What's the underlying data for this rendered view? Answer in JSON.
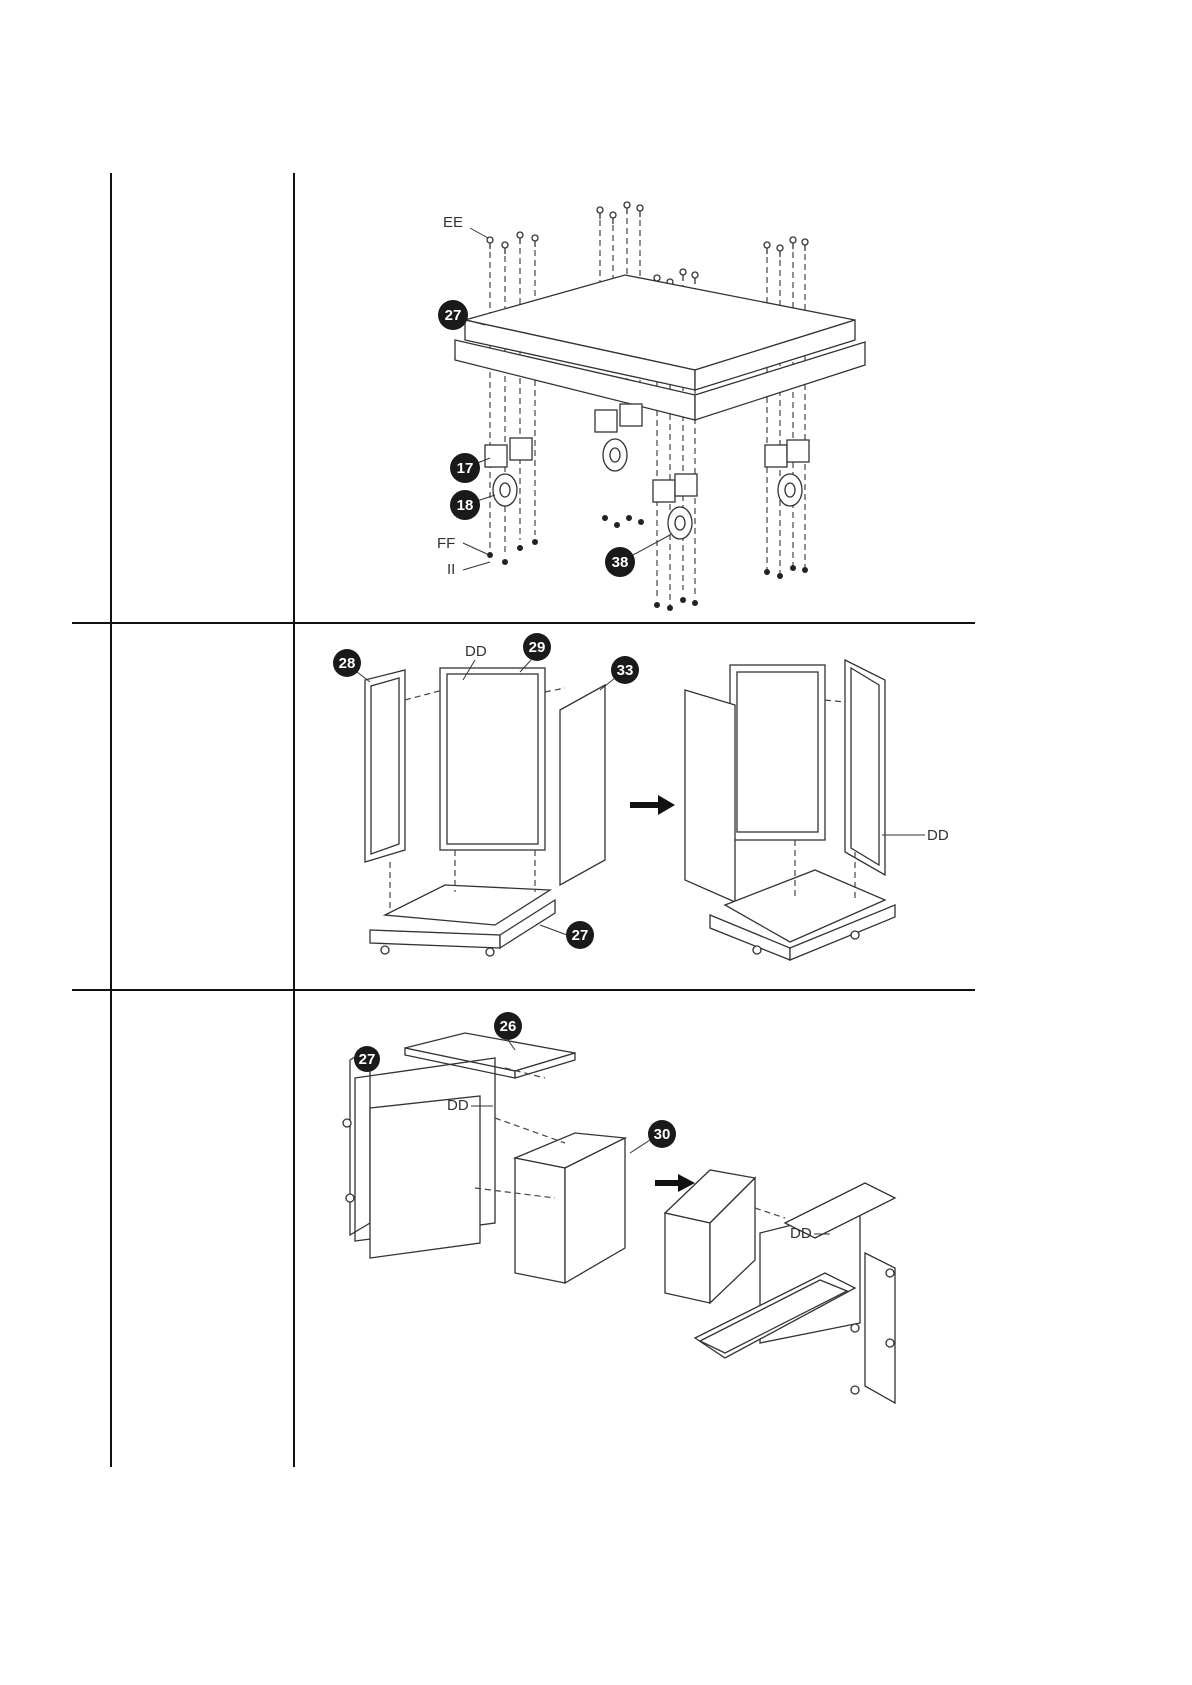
{
  "steps": [
    {
      "callouts": [
        "27",
        "17",
        "18",
        "38"
      ],
      "hardware": [
        "EE",
        "FF",
        "II"
      ]
    },
    {
      "callouts": [
        "28",
        "29",
        "33",
        "27"
      ],
      "hardware": [
        "DD",
        "DD"
      ]
    },
    {
      "callouts": [
        "26",
        "27",
        "30"
      ],
      "hardware": [
        "DD",
        "DD"
      ]
    }
  ]
}
